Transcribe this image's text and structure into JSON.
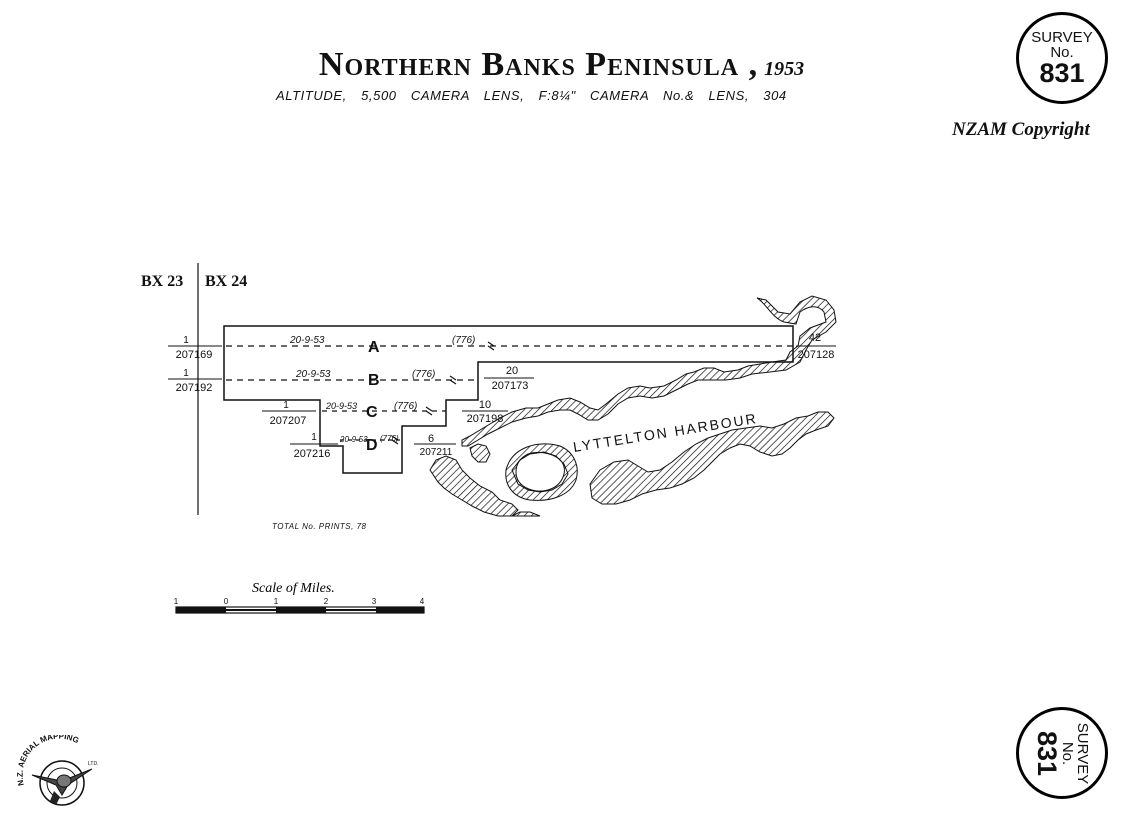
{
  "header": {
    "title": "Northern Banks Peninsula ,",
    "year": "1953",
    "subtitle": "ALTITUDE, 5,500   CAMERA LENS, F:8¼\"   CAMERA No.& LENS, 304"
  },
  "seal_top": {
    "line1": "SURVEY",
    "line2": "No.",
    "number": "831"
  },
  "seal_bottom": {
    "line1": "SURVEY",
    "line2": "No.",
    "number": "831"
  },
  "copyright": "NZAM Copyright",
  "sheet_labels": {
    "left": "BX 23",
    "right": "BX 24"
  },
  "runs": [
    {
      "label": "A",
      "date": "20-9-53",
      "lens": "(776)",
      "start_no": "1",
      "start_print": "207169",
      "end_no": "42",
      "end_print": "207128"
    },
    {
      "label": "B",
      "date": "20-9-53",
      "lens": "(776)",
      "start_no": "1",
      "start_print": "207192",
      "end_no": "20",
      "end_print": "207173"
    },
    {
      "label": "C",
      "date": "20-9-53",
      "lens": "(776)",
      "start_no": "1",
      "start_print": "207207",
      "end_no": "10",
      "end_print": "207198"
    },
    {
      "label": "D",
      "date": "20-9-53",
      "lens": "(776)",
      "start_no": "1",
      "start_print": "207216",
      "end_no": "6",
      "end_print": "207211"
    }
  ],
  "place_label": "LYTTELTON HARBOUR",
  "total_prints": "TOTAL No. PRINTS, 78",
  "scale": {
    "title": "Scale of Miles.",
    "ticks": [
      "1",
      "0",
      "1",
      "2",
      "3",
      "4"
    ]
  },
  "logo": {
    "icon": "nz-aerial-mapping-logo",
    "text": "N.Z. AERIAL MAPPING",
    "subtext": "LTD."
  }
}
